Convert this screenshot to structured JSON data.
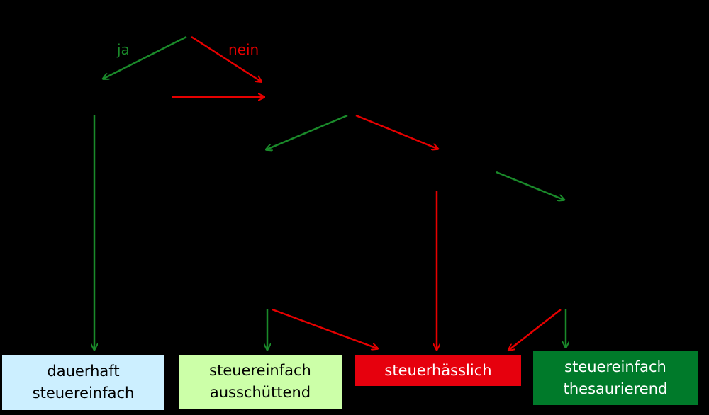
{
  "edge_labels": {
    "yes": "ja",
    "no": "nein"
  },
  "outcomes": [
    {
      "text": "dauerhaft\nsteuereinfach",
      "bg": "#ccefff",
      "fg": "#000000"
    },
    {
      "text": "steuereinfach\nausschüttend",
      "bg": "#ccffa8",
      "fg": "#000000"
    },
    {
      "text": "steuerhässlich",
      "bg": "#e6000d",
      "fg": "#ffffff"
    },
    {
      "text": "steuereinfach\nthesaurierend",
      "bg": "#007a2a",
      "fg": "#ffffff"
    }
  ],
  "colors": {
    "background": "#000000",
    "yes_arrow": "#1a8a2a",
    "no_arrow": "#e60000",
    "yes_label": "#1a8a2a",
    "no_label": "#e60000"
  }
}
